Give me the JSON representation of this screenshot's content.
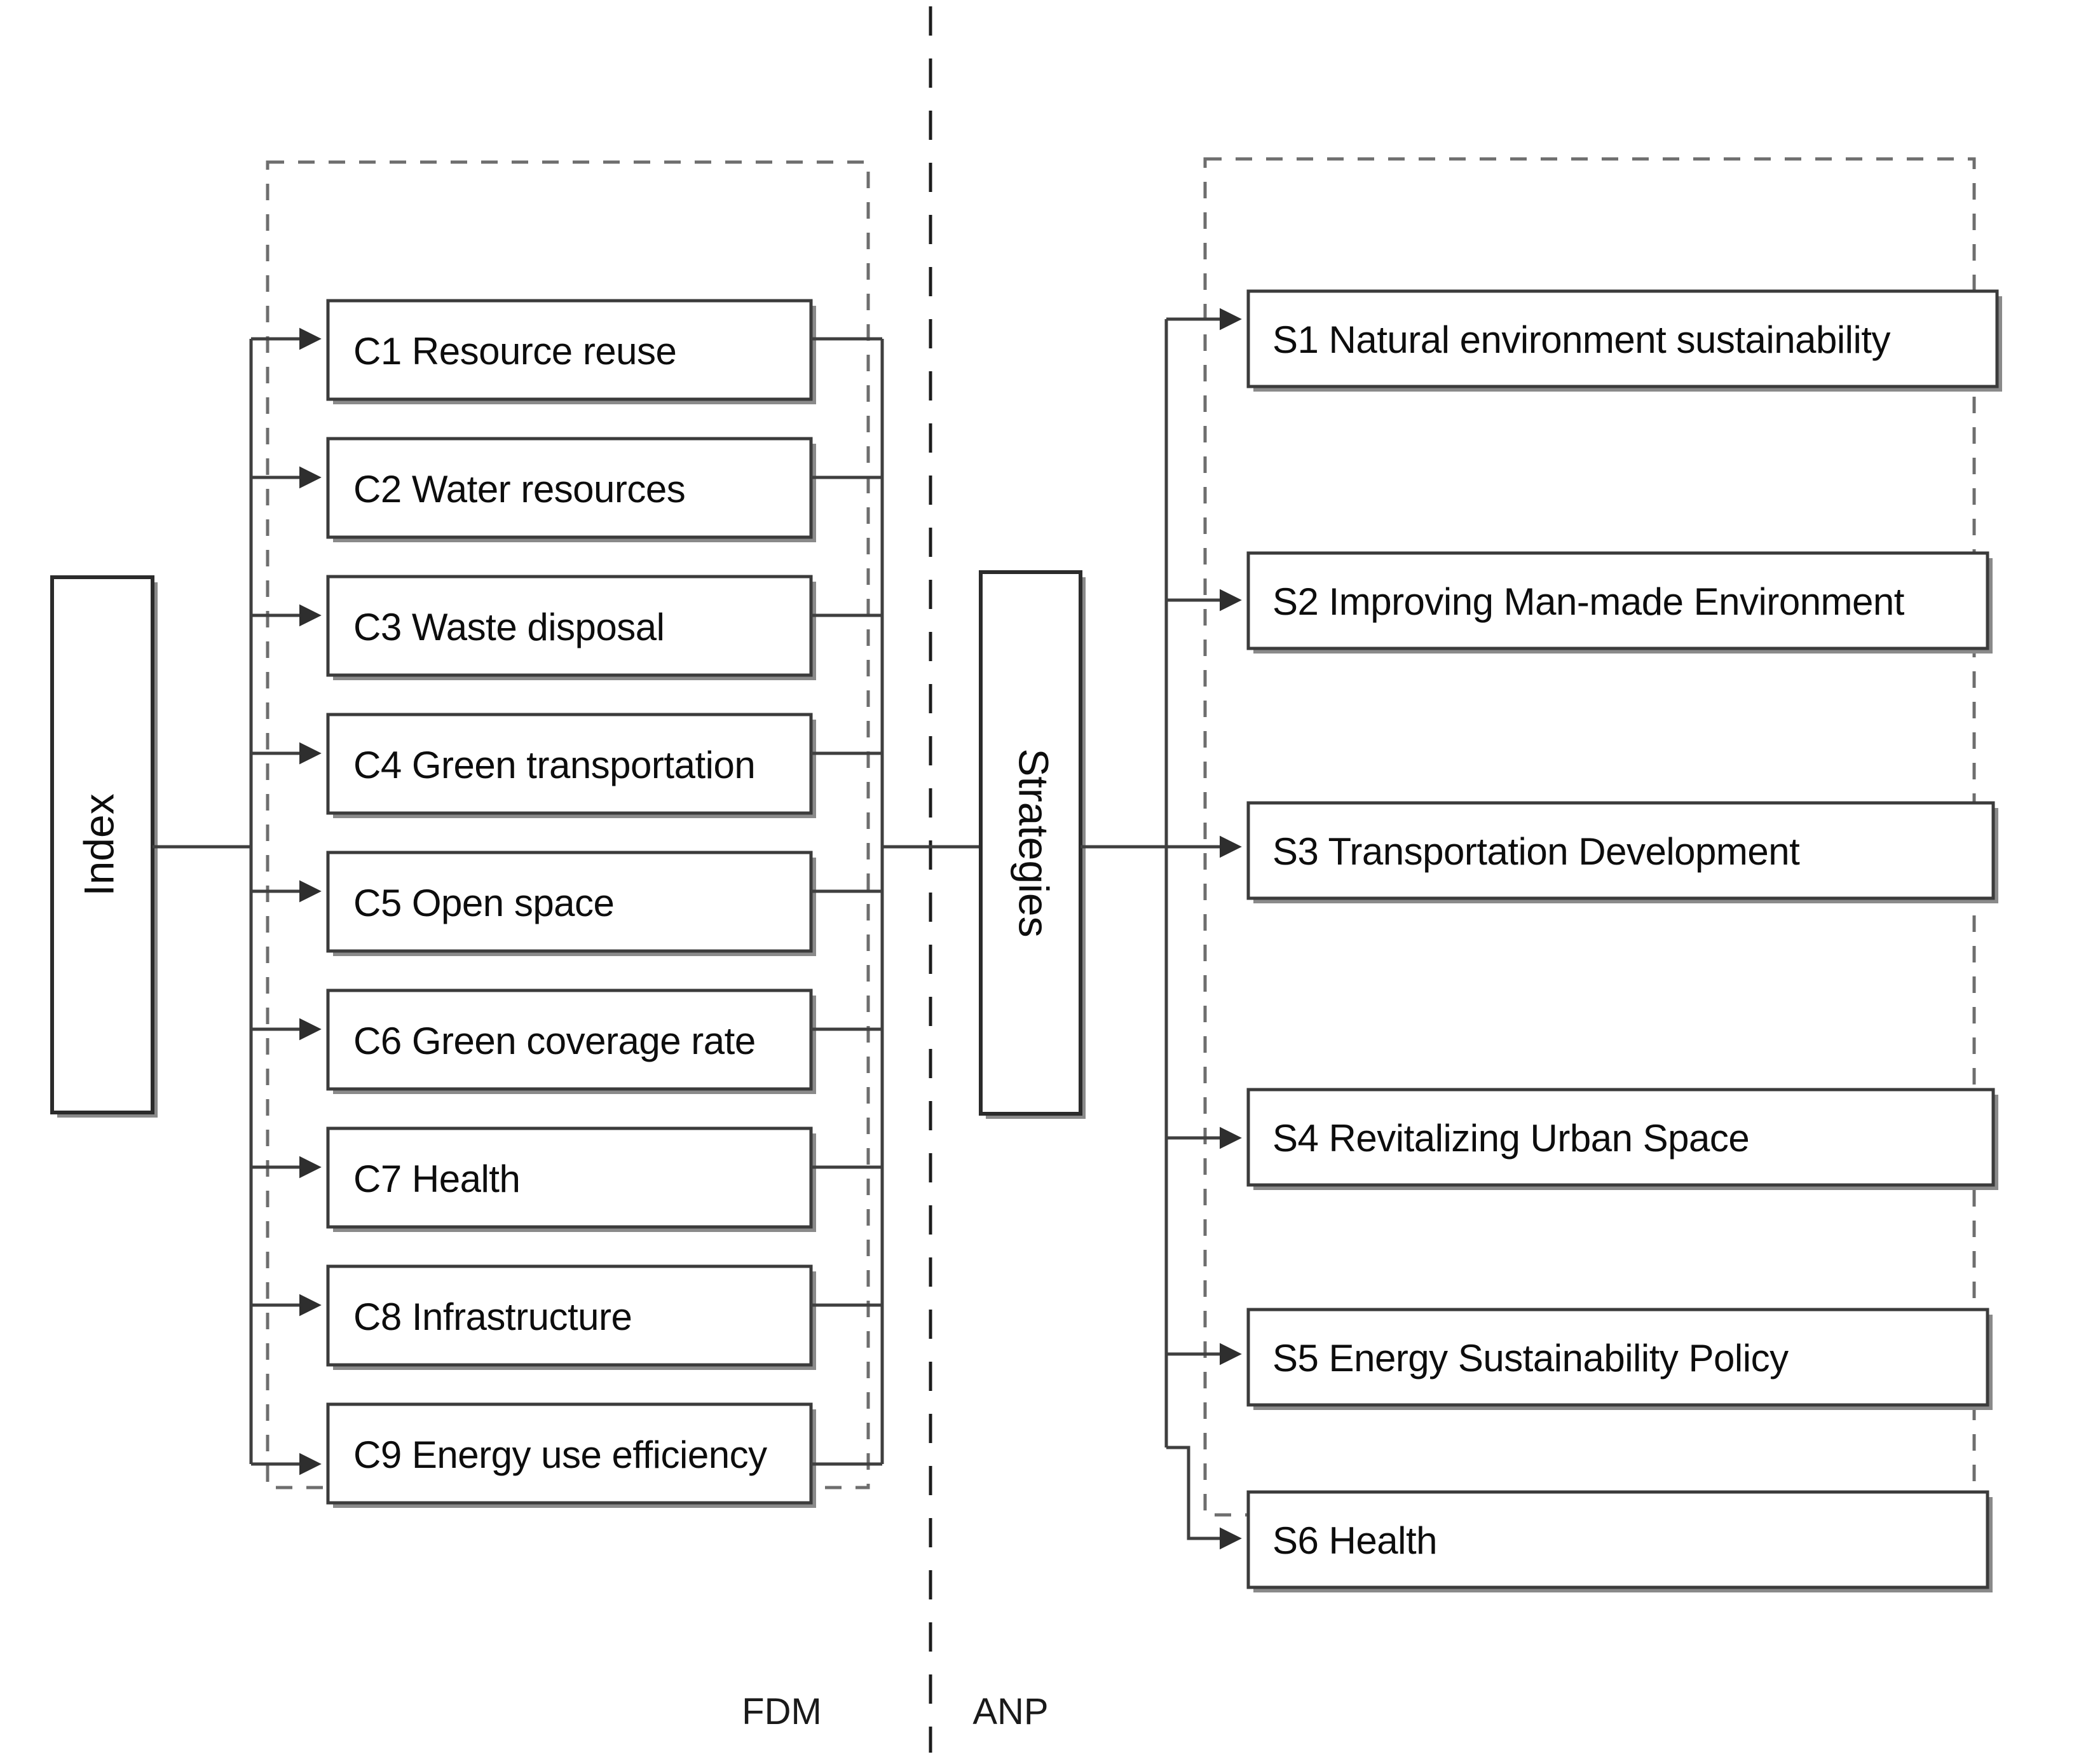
{
  "diagram": {
    "title_present": false,
    "left_root": {
      "label": "Index",
      "orientation": "vertical-up"
    },
    "middle_root": {
      "label": "Strategies",
      "orientation": "vertical-down"
    },
    "method_labels": {
      "left": "FDM",
      "right": "ANP"
    },
    "criteria": [
      {
        "id": "C1",
        "label": "C1 Resource reuse"
      },
      {
        "id": "C2",
        "label": "C2 Water resources"
      },
      {
        "id": "C3",
        "label": "C3 Waste disposal"
      },
      {
        "id": "C4",
        "label": "C4 Green transportation"
      },
      {
        "id": "C5",
        "label": "C5 Open space"
      },
      {
        "id": "C6",
        "label": "C6 Green coverage rate"
      },
      {
        "id": "C7",
        "label": "C7 Health"
      },
      {
        "id": "C8",
        "label": "C8 Infrastructure"
      },
      {
        "id": "C9",
        "label": "C9 Energy use efficiency"
      }
    ],
    "strategies": [
      {
        "id": "S1",
        "label": "S1 Natural environment sustainability"
      },
      {
        "id": "S2",
        "label": "S2 Improving Man-made Environment"
      },
      {
        "id": "S3",
        "label": "S3 Transportation Development"
      },
      {
        "id": "S4",
        "label": "S4 Revitalizing Urban Space"
      },
      {
        "id": "S5",
        "label": "S5 Energy Sustainability Policy"
      },
      {
        "id": "S6",
        "label": "S6 Health"
      }
    ],
    "colors": {
      "background": "#ffffff",
      "box_stroke": "#3b3b3b",
      "box_fill": "#ffffff",
      "connector": "#3f3f3f",
      "dashed_container": "#6e6e6e",
      "divider": "#1c1c1c",
      "text": "#0d0d0d"
    }
  }
}
